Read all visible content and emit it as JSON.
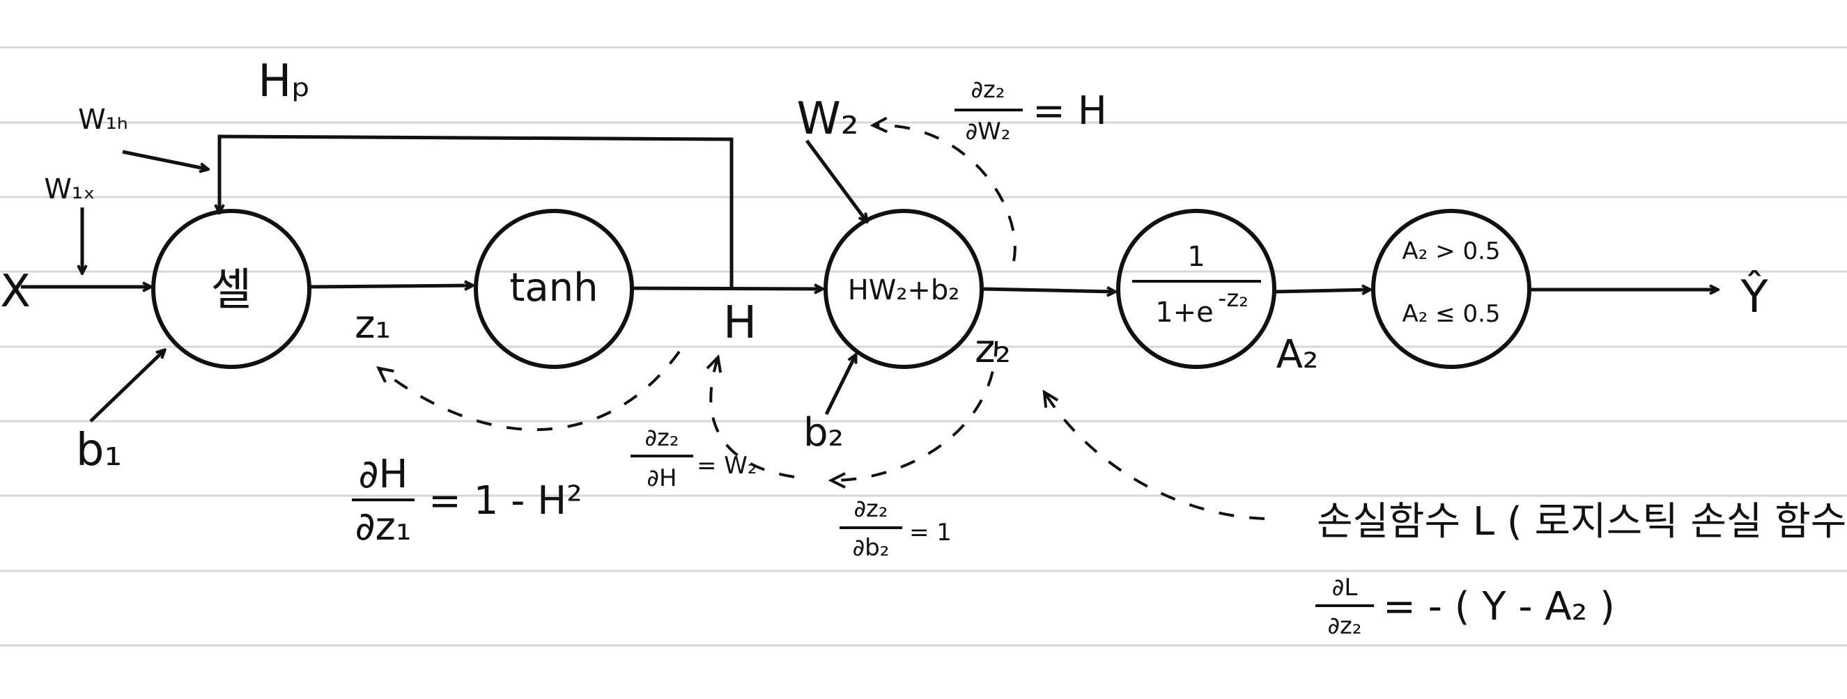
{
  "nodes": {
    "cell": "셀",
    "tanh": "tanh",
    "linear": "HW₂+b₂",
    "sigmoid": {
      "num": "1",
      "den_base": "1+e",
      "den_exp": "-z₂"
    },
    "threshold": {
      "top": "A₂ > 0.5",
      "bottom": "A₂ ≤ 0.5"
    }
  },
  "labels": {
    "x": "X",
    "w1x": "W₁ₓ",
    "w1h": "W₁ₕ",
    "hp": "Hₚ",
    "b1": "b₁",
    "z1": "z₁",
    "h": "H",
    "w2": "W₂",
    "b2": "b₂",
    "z2": "z₂",
    "a2": "A₂",
    "yhat": "Ŷ"
  },
  "formulas": {
    "dz2_dw2": {
      "num": "∂z₂",
      "den": "∂W₂",
      "rhs": "= H"
    },
    "dh_dz1": {
      "num": "∂H",
      "den": "∂z₁",
      "rhs": "= 1 - H²"
    },
    "dz2_dh": {
      "num": "∂z₂",
      "den": "∂H",
      "rhs": "= W₂"
    },
    "dz2_db2": {
      "num": "∂z₂",
      "den": "∂b₂",
      "rhs": "= 1"
    },
    "loss_label": "손실함수 L ( 로지스틱 손실 함수 )",
    "dl_dz2": {
      "num": "∂L",
      "den": "∂z₂",
      "rhs": "= - ( Y - A₂ )"
    }
  }
}
